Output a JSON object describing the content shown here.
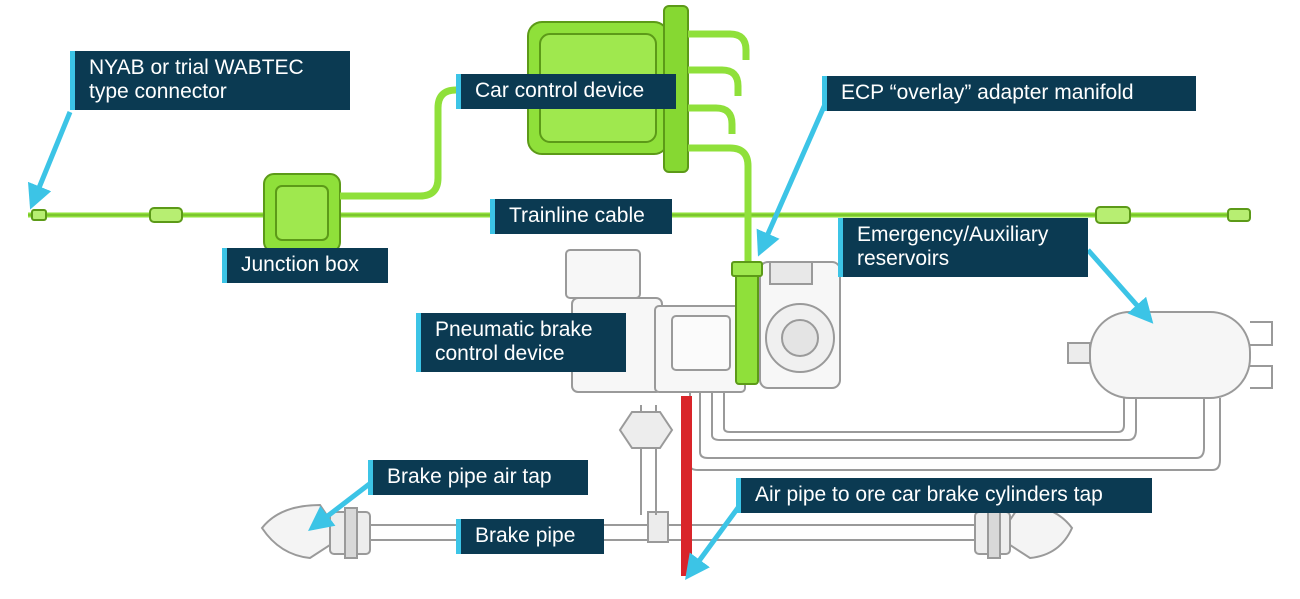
{
  "labels": {
    "connector": [
      "NYAB or trial WABTEC",
      "type connector"
    ],
    "car_control": "Car control device",
    "ecp_adapter": "ECP “overlay” adapter manifold",
    "trainline": "Trainline cable",
    "junction": "Junction box",
    "reservoirs": [
      "Emergency/Auxiliary",
      "reservoirs"
    ],
    "pneumatic": [
      "Pneumatic brake",
      "control device"
    ],
    "brake_pipe_tap": "Brake pipe air tap",
    "air_pipe_tap": "Air pipe to ore car brake cylinders tap",
    "brake_pipe": "Brake pipe"
  },
  "colors": {
    "callout_bg": "#0b3a52",
    "callout_accent": "#3cc4e6",
    "arrow": "#3cc4e6",
    "ecp_green": "#8fe03a",
    "ecp_green_dark": "#5c9a18",
    "air_line_red": "#d9252a",
    "drawing_gray": "#8a8a8a"
  }
}
